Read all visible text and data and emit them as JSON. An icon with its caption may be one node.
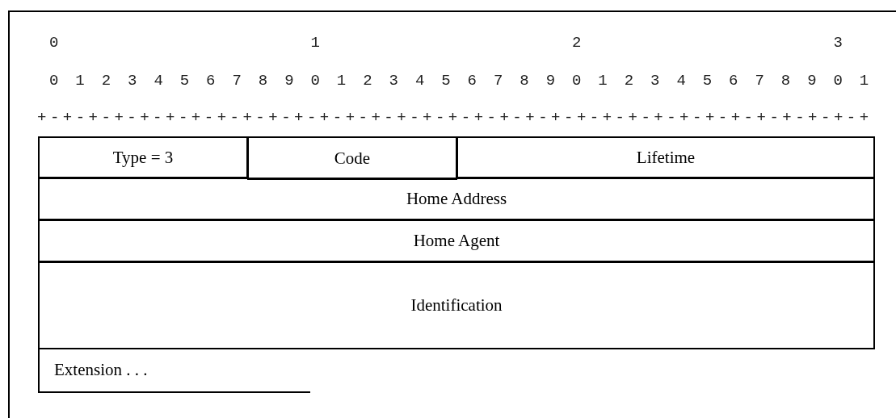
{
  "diagram": {
    "nodes": [
      {
        "text": [
          "Type = 3"
        ]
      },
      {
        "text": [
          "Code"
        ]
      },
      {
        "text": [
          "Lifetime"
        ]
      },
      {
        "text": [
          "Home Address"
        ]
      },
      {
        "text": [
          "Home Agent"
        ]
      },
      {
        "text": [
          "Identification"
        ]
      },
      {
        "text": [
          "Extension . . ."
        ]
      }
    ],
    "labels": [
      "0",
      "1",
      "2",
      "3",
      "0",
      "1",
      "2",
      "3",
      "4",
      "5",
      "6",
      "7",
      "8",
      "9",
      "0",
      "1",
      "2",
      "3",
      "4",
      "5",
      "6",
      "7",
      "8",
      "9",
      "0",
      "1",
      "2",
      "3",
      "4",
      "5",
      "6",
      "7",
      "8",
      "9",
      "0",
      "1",
      "+-+-+-+-+-+-+-+-+-+-+-+-+-+-+-+-+-+-+-+-+-+-+-+-+-+-+-+-+-+-+-+-+"
    ]
  }
}
